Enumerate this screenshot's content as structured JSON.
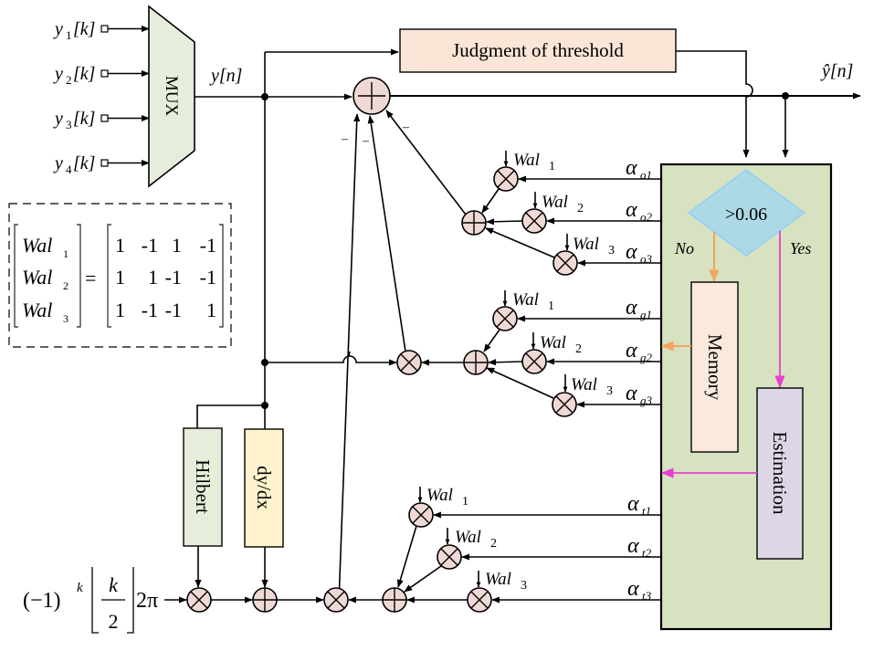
{
  "diagram": {
    "inputs": [
      {
        "sym": "y",
        "sub": "1",
        "arg": "[k]"
      },
      {
        "sym": "y",
        "sub": "2",
        "arg": "[k]"
      },
      {
        "sym": "y",
        "sub": "3",
        "arg": "[k]"
      },
      {
        "sym": "y",
        "sub": "4",
        "arg": "[k]"
      }
    ],
    "mux_label": "MUX",
    "signal_label": "y[n]",
    "output_label": "ŷ[n]",
    "threshold_block": "Judgment of threshold",
    "decision": {
      "label": ">0.06",
      "no": "No",
      "yes": "Yes"
    },
    "memory_block": "Memory",
    "estimation_block": "Estimation",
    "hilbert_block": "Hilbert",
    "derivative_block": "dy/dx",
    "minus_sign": "–",
    "walsh_labels": [
      "Wal",
      "1",
      "2",
      "3"
    ],
    "alpha_groups": [
      {
        "prefix": "α",
        "sub": [
          "o1",
          "o2",
          "o3"
        ]
      },
      {
        "prefix": "α",
        "sub": [
          "g1",
          "g2",
          "g3"
        ]
      },
      {
        "prefix": "α",
        "sub": [
          "t1",
          "t2",
          "t3"
        ]
      }
    ],
    "matrix": {
      "lhs": [
        "Wal1",
        "Wal2",
        "Wal3"
      ],
      "rows": [
        [
          "1",
          "-1",
          "1",
          "-1"
        ],
        [
          "1",
          "1",
          "-1",
          "-1"
        ],
        [
          "1",
          "-1",
          "-1",
          "1"
        ]
      ],
      "equals": "="
    },
    "phase_expr": {
      "base": "(−1)",
      "exp": "k",
      "num": "k",
      "den": "2",
      "tail": "2π"
    },
    "colors": {
      "node_fill": "#efd9d6",
      "mux_fill": "#e6eedb",
      "threshold_fill": "#fbe5d6",
      "controller_fill": "#d6e2c0",
      "decision_fill": "#add8e6",
      "memory_fill": "#fbe9dc",
      "estimation_fill": "#dcd6e6",
      "hilbert_fill": "#e6eedb",
      "derivative_fill": "#fff2cc",
      "no_arrow": "#f4a460",
      "yes_arrow": "#e83fd0"
    }
  }
}
